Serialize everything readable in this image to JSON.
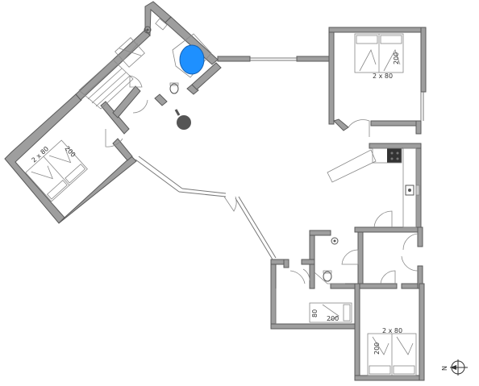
{
  "floorplan": {
    "beds": [
      {
        "width_label": "2 x 80",
        "length_label": "200"
      },
      {
        "width_label": "2 x 80",
        "length_label": "200"
      },
      {
        "width_label": "80",
        "length_label": "200"
      },
      {
        "width_label": "2 x 80",
        "length_label": "200"
      }
    ],
    "compass": {
      "north_label": "N"
    },
    "colors": {
      "wall": "#9e9e9e",
      "wall_stroke": "#5a5a5a",
      "pool": "#1e90ff",
      "stove": "#555555"
    }
  }
}
